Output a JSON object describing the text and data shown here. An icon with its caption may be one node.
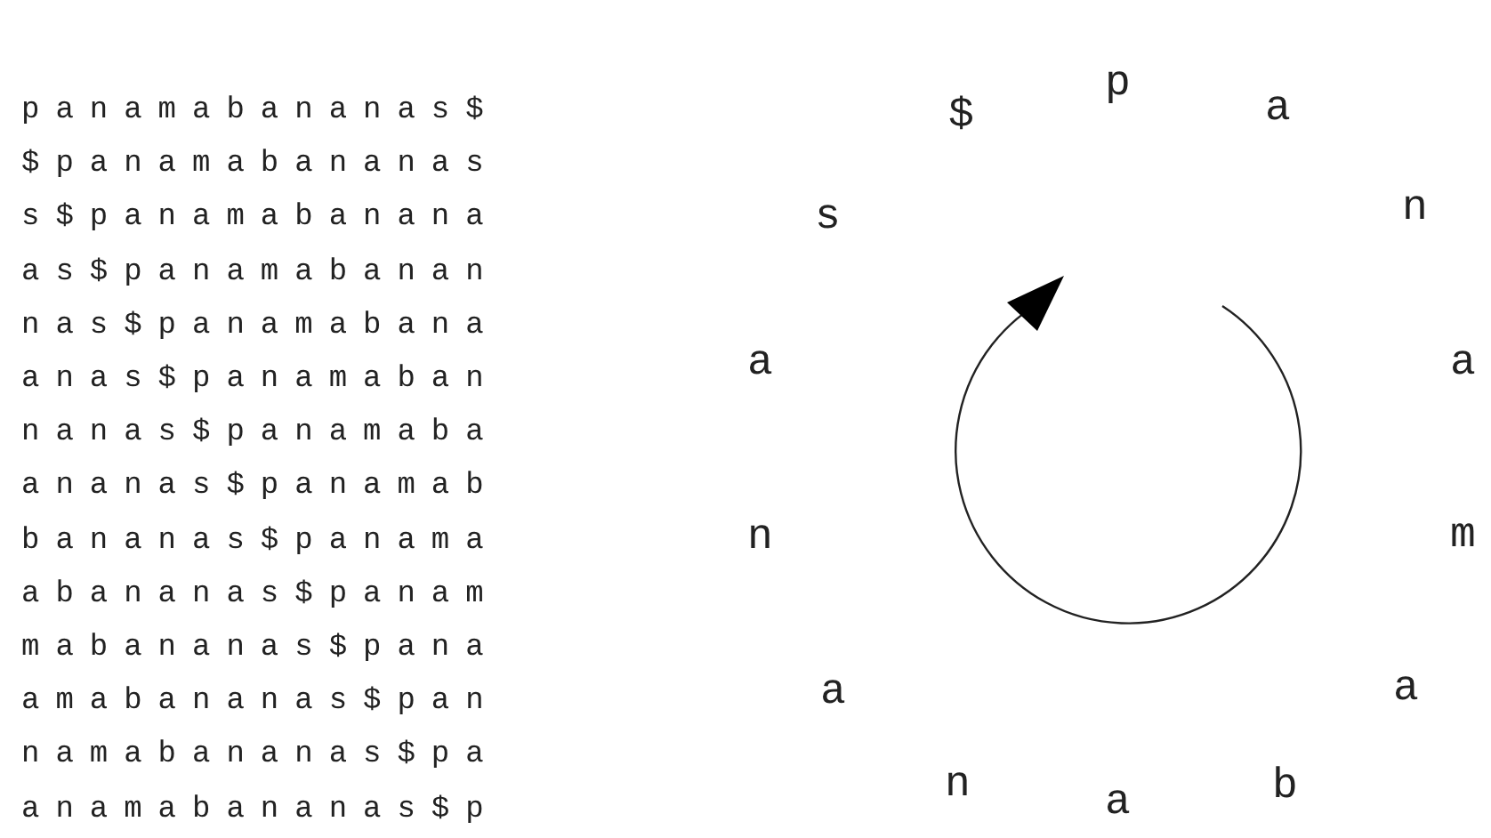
{
  "diagram": {
    "labels": [
      "panamabananas$",
      "$panamabananas",
      "s$panamabanana",
      "as$panamabanan",
      "nas$panamabana",
      "anas$panamaban",
      "nanas$panamaba",
      "ananas$panamab",
      "bananas$panama",
      "abananas$panam",
      "mabananas$pana",
      "amabananas$pan",
      "namabananas$pa",
      "anamabananas$p",
      "p",
      "a",
      "n",
      "a",
      "m",
      "a",
      "b",
      "a",
      "n",
      "a",
      "n",
      "a",
      "s",
      "$"
    ]
  }
}
